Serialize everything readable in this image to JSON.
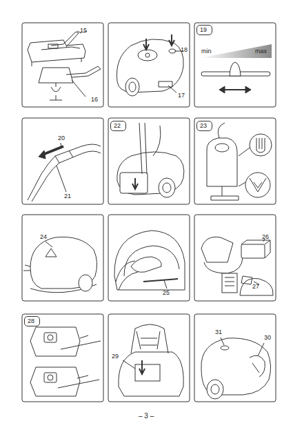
{
  "diagram": {
    "nodes": [
      {
        "text": [
          "19"
        ]
      },
      {
        "text": [
          "22"
        ]
      },
      {
        "text": [
          "23"
        ]
      },
      {
        "text": [
          "28"
        ]
      }
    ],
    "labels": [
      "15",
      "16",
      "17",
      "18",
      "min",
      "max",
      "20",
      "21",
      "24",
      "25",
      "26",
      "27",
      "29",
      "30",
      "31",
      "– 3 –"
    ]
  }
}
